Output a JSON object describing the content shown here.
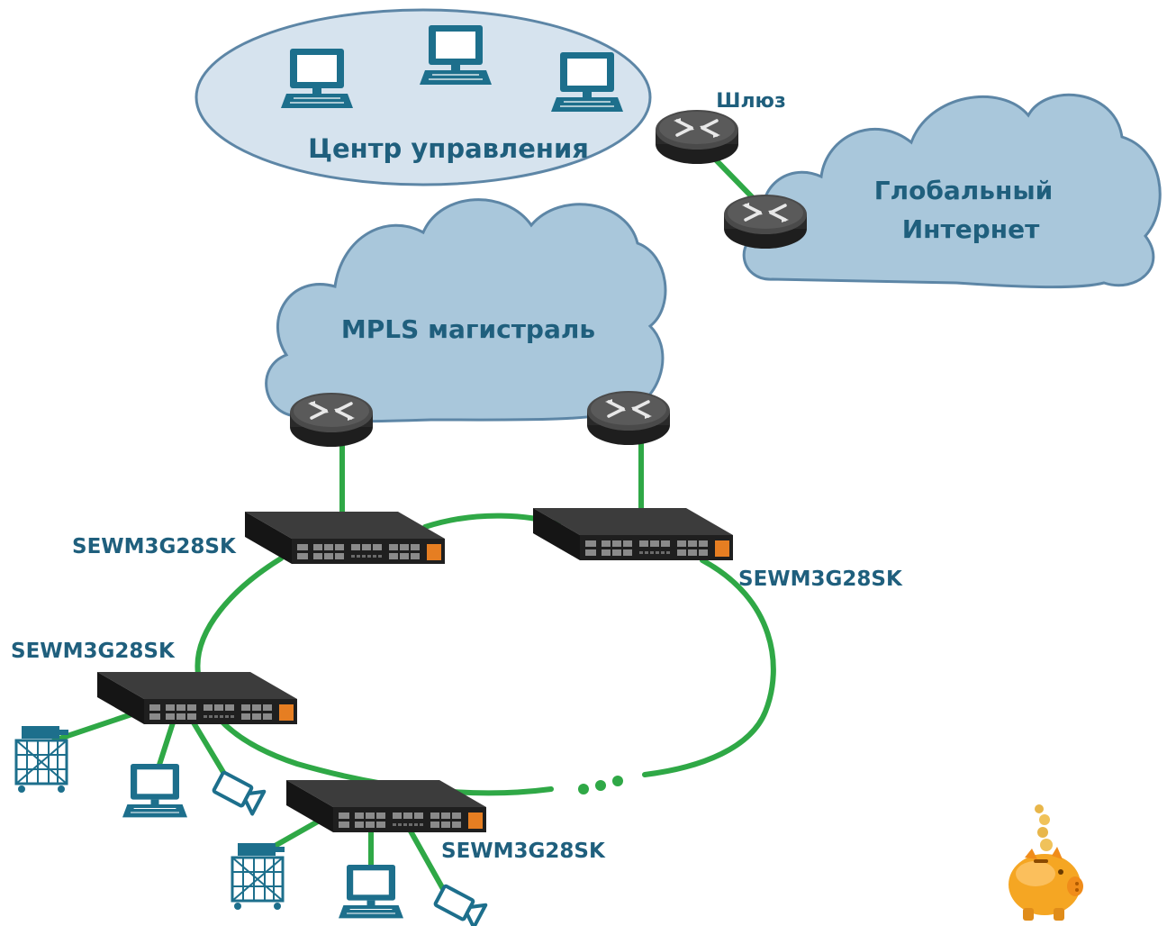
{
  "labels": {
    "control_center": "Центр управления",
    "gateway": "Шлюз",
    "internet_line1": "Глобальный",
    "internet_line2": "Интернет",
    "mpls": "MPLS магистраль",
    "switch_a": "SEWM3G28SK",
    "switch_b": "SEWM3G28SK",
    "switch_c": "SEWM3G28SK",
    "switch_d": "SEWM3G28SK"
  },
  "colors": {
    "cloud_fill": "#a9c7db",
    "cloud_stroke": "#5d86a6",
    "ellipse_fill": "#d6e3ee",
    "label_text": "#1f5f7d",
    "link_green": "#2fa846",
    "device_teal": "#1d6f8c",
    "router_dark": "#3a3a3a",
    "switch_dark": "#262626",
    "switch_orange": "#e67e22"
  },
  "icons": [
    "computer-icon",
    "router-icon",
    "switch-icon",
    "kiosk-icon",
    "camera-icon",
    "piggy-bank-icon"
  ]
}
